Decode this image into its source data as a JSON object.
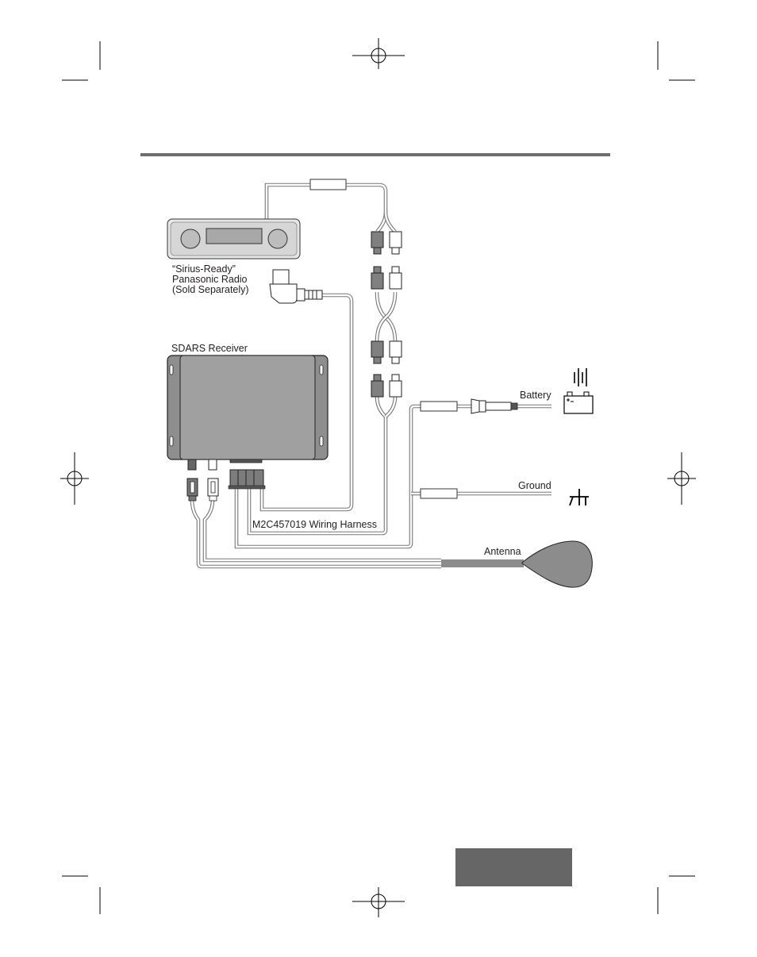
{
  "labels": {
    "radio_line1": "“Sirius-Ready”",
    "radio_line2": "Panasonic Radio",
    "radio_line3": "(Sold Separately)",
    "receiver": "SDARS Receiver",
    "harness": "M2C457019 Wiring Harness",
    "battery": "Battery",
    "ground": "Ground",
    "antenna": "Antenna"
  },
  "icons": {
    "battery": "battery-icon",
    "ground": "ground-symbol-icon",
    "crosshair": "registration-crosshair-icon"
  },
  "colors": {
    "rule": "#6e6e6e",
    "page_tab": "#666666",
    "receiver_body": "#9c9c9c",
    "radio_body": "#dcdcdc",
    "antenna": "#8c8c8c",
    "wire": "#8a8a8a"
  }
}
